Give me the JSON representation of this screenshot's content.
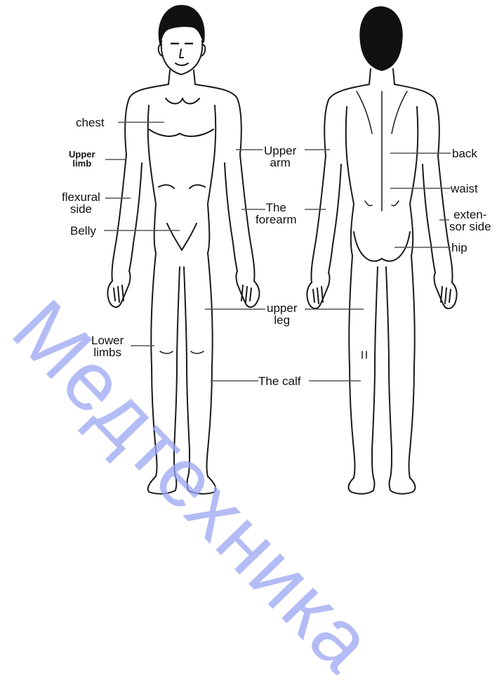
{
  "watermark": "Медтехника",
  "labels": {
    "chest": "chest",
    "upper_limb": [
      "Upper",
      "limb"
    ],
    "flexural_side": [
      "flexural",
      "side"
    ],
    "belly": "Belly",
    "lower_limbs": [
      "Lower",
      "limbs"
    ],
    "upper_arm": [
      "Upper",
      "arm"
    ],
    "forearm": [
      "The",
      "forearm"
    ],
    "upper_leg": [
      "upper",
      "leg"
    ],
    "calf": "The calf",
    "back": "back",
    "waist": "waist",
    "extensor_side": [
      "exten-",
      "sor side"
    ],
    "hip": "hip"
  },
  "colors": {
    "outline": "#1a1a1a",
    "leader": "#555555",
    "watermark": "#9aa6f2"
  }
}
